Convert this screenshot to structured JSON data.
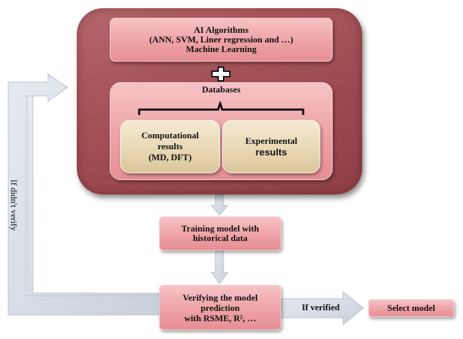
{
  "ai_box": {
    "line1": "AI Algorithms",
    "line2": "(ANN, SVM, Liner regression and …)",
    "line3": "Machine Learning"
  },
  "databases": {
    "title": "Databases",
    "computational": {
      "line1": "Computational",
      "line2": "results",
      "line3": "(MD, DFT)"
    },
    "experimental": {
      "line1": "Experimental",
      "line2": "results"
    }
  },
  "training": {
    "line1": "Training model with",
    "line2": "historical data"
  },
  "verifying": {
    "line1": "Verifying the model",
    "line2": "prediction",
    "line3": "with RSME, R², …"
  },
  "select": {
    "label": "Select model"
  },
  "arrows": {
    "if_verified": "If verified",
    "if_didnt_verify": "If didn't verify"
  },
  "colors": {
    "maroon": "#a24f56",
    "pink": "#eea2a7",
    "cream": "#e7d6b2",
    "arrow": "#d5dce5"
  }
}
